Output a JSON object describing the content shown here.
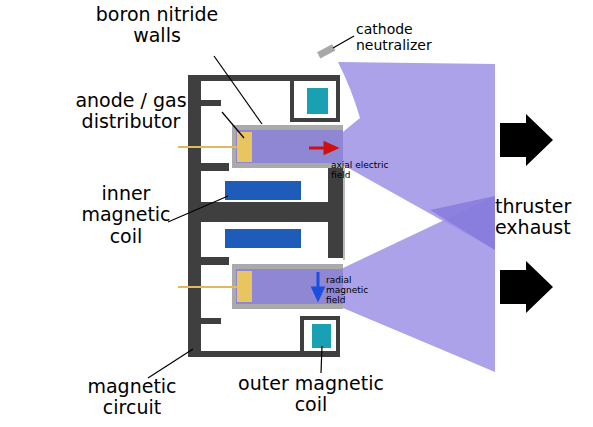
{
  "diagram": {
    "labels": [
      "boron nitride walls",
      "cathode neutralizer",
      "anode / gas distributor",
      "axial electric field",
      "inner magnetic coil",
      "radial magnetic field",
      "thruster exhaust",
      "magnetic circuit",
      "outer magnetic coil"
    ]
  }
}
